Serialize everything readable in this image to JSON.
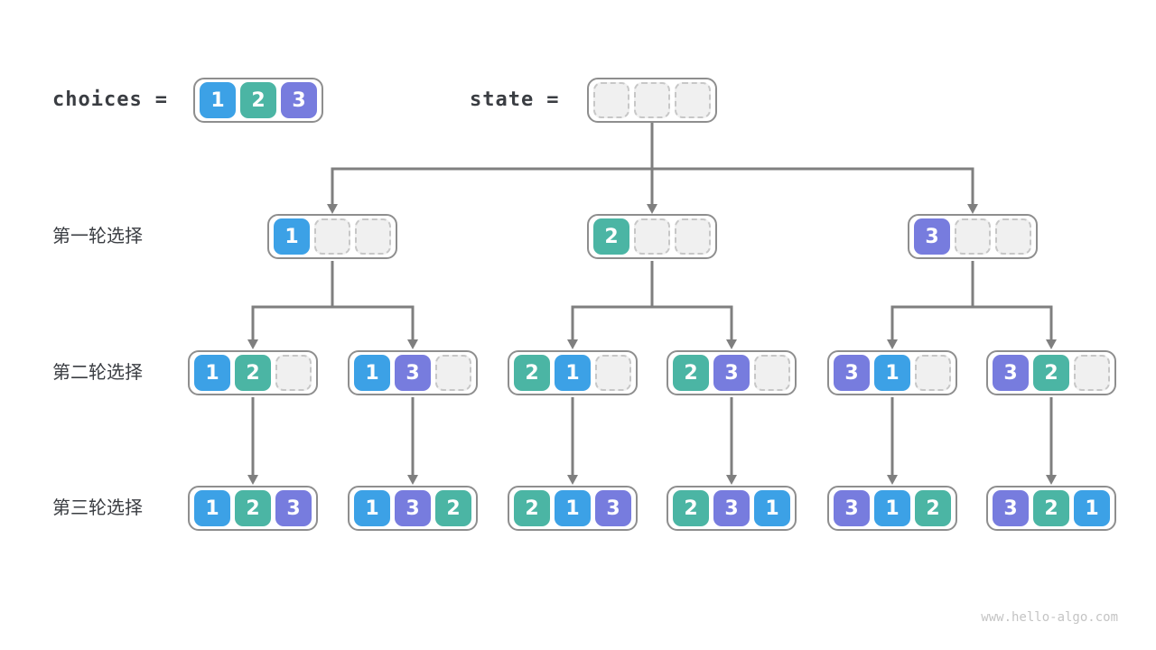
{
  "palette": {
    "value_colors": {
      "1": "#3ca1e6",
      "2": "#4bb5a4",
      "3": "#777cde"
    },
    "empty_fill": "#f0f0f0",
    "empty_border": "#c7c7c7",
    "container_border": "#8e8e8e",
    "arrow": "#7f7f7f",
    "label_text": "#3a3d42",
    "footer_text": "#c4c4c4"
  },
  "header": {
    "choices_name": "choices",
    "state_name": "state",
    "equals": "=",
    "choices_cells": [
      "1",
      "2",
      "3"
    ],
    "state_cells": [
      "",
      "",
      ""
    ]
  },
  "rows": [
    {
      "label": "第一轮选择",
      "nodes": [
        [
          "1",
          "",
          ""
        ],
        [
          "2",
          "",
          ""
        ],
        [
          "3",
          "",
          ""
        ]
      ]
    },
    {
      "label": "第二轮选择",
      "nodes": [
        [
          "1",
          "2",
          ""
        ],
        [
          "1",
          "3",
          ""
        ],
        [
          "2",
          "1",
          ""
        ],
        [
          "2",
          "3",
          ""
        ],
        [
          "3",
          "1",
          ""
        ],
        [
          "3",
          "2",
          ""
        ]
      ]
    },
    {
      "label": "第三轮选择",
      "nodes": [
        [
          "1",
          "2",
          "3"
        ],
        [
          "1",
          "3",
          "2"
        ],
        [
          "2",
          "1",
          "3"
        ],
        [
          "2",
          "3",
          "1"
        ],
        [
          "3",
          "1",
          "2"
        ],
        [
          "3",
          "2",
          "1"
        ]
      ]
    }
  ],
  "footer": {
    "site": "www.hello-algo.com"
  }
}
